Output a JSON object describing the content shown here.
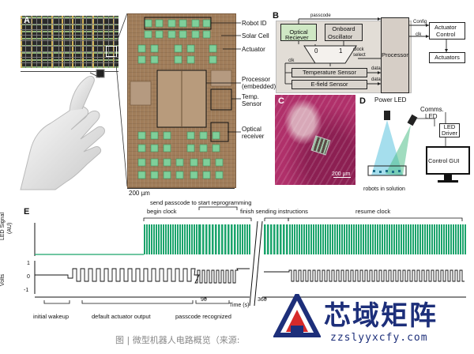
{
  "figure": {
    "caption": "图 | 微型机器人电路概览（来源:",
    "watermark": {
      "logo_text": "芯域矩阵",
      "url": "zzslyyxcfy.com"
    }
  },
  "panel_a": {
    "letter": "A",
    "labels": {
      "robot_id": "Robot ID",
      "solar_cell": "Solar Cell",
      "actuator": "Actuator",
      "processor_line1": "Processor",
      "processor_line2": "(embedded)",
      "temp_line1": "Temp.",
      "temp_line2": "Sensor",
      "optical_line1": "Optical",
      "optical_line2": "receiver"
    },
    "scale_bar": "200 µm"
  },
  "panel_b": {
    "letter": "B",
    "passcode": "passcode",
    "config": "Config",
    "clk_right": "clk",
    "optical_receiver_line1": "Optical",
    "optical_receiver_line2": "Reciever",
    "onboard_line1": "Onboard",
    "onboard_line2": "Oscillator",
    "mux_0": "0",
    "mux_1": "1",
    "clock_select_line1": "clock",
    "clock_select_line2": "select",
    "processor": "Processor",
    "clk_left": "clk",
    "temperature_sensor": "Temperature Sensor",
    "e_field_sensor": "E-field Sensor",
    "data1": "data",
    "data2": "data",
    "actuator_control_line1": "Actuator",
    "actuator_control_line2": "Control",
    "actuators": "Actuators"
  },
  "panel_c": {
    "letter": "C",
    "scale_bar": "200 µm"
  },
  "panel_d": {
    "letter": "D",
    "power_led": "Power LED",
    "comms_line1": "Comms.",
    "comms_line2": "LED",
    "led_driver_line1": "LED",
    "led_driver_line2": "Driver",
    "control_gui": "Control GUI",
    "robots_in_solution": "robots in solution"
  },
  "panel_e": {
    "letter": "E",
    "y_label_led_line1": "LED Signal",
    "y_label_led_line2": "(AU)",
    "y_label_volts": "Volts",
    "ytick_pos": "1",
    "ytick_zero": "0",
    "ytick_neg": "-1",
    "x_label": "Time (s)",
    "xtick_90": "90",
    "xtick_360": "360",
    "annotations": {
      "send_passcode": "send passcode to start reprogramming",
      "begin_clock": "begin clock",
      "finish_sending": "finish sending instructions",
      "resume_clock": "resume clock",
      "initial_wakeup": "initial wakeup",
      "default_actuator": "default actuator output",
      "passcode_recognized": "passcode recognized"
    }
  },
  "colors": {
    "led_green": "#1aa36b",
    "chip_brown": "#a07d5a",
    "block_green_fill": "#cfe8c4",
    "block_gray_fill": "#d9d4cd",
    "processor_fill": "#d6cec6",
    "tissue_magenta": "#b0306a",
    "logo_blue": "#1d2f7a"
  },
  "illegible": "[unreadable]"
}
